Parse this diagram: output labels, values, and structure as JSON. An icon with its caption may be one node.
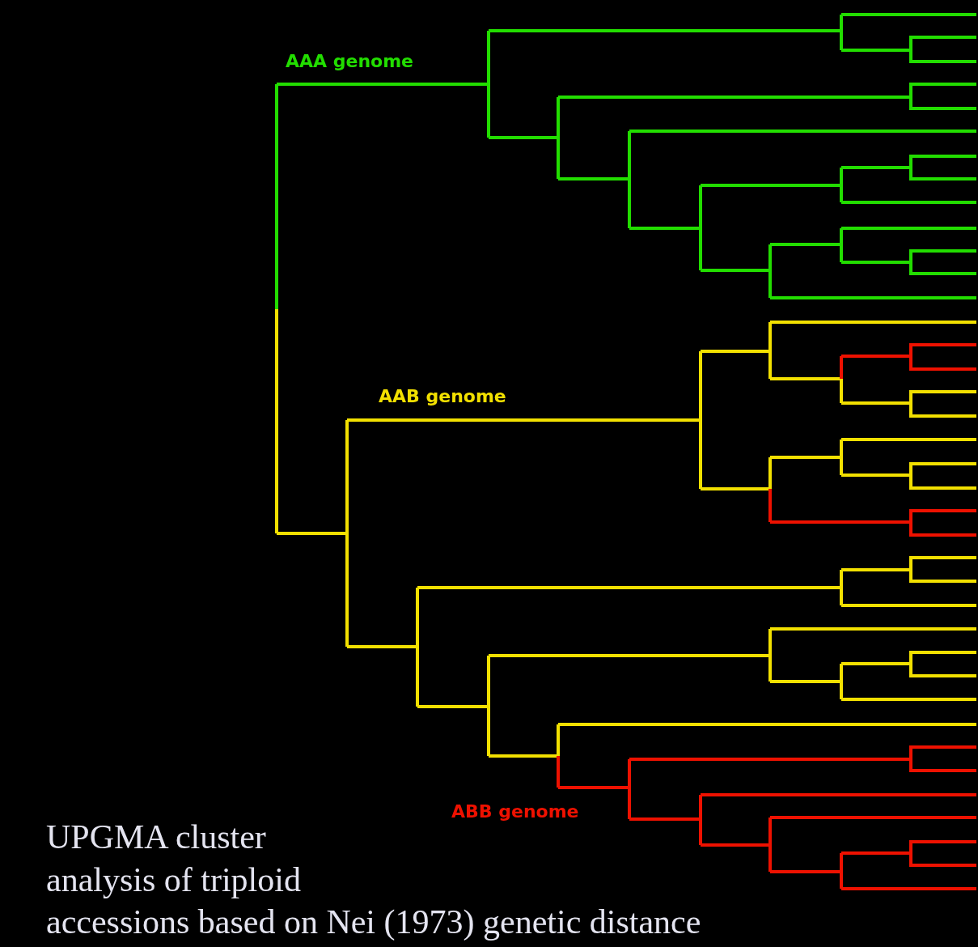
{
  "diagram": {
    "caption": "UPGMA cluster analysis of triploid accessions based on Nei (1973) genetic distance",
    "labels": [
      "AAA genome",
      "AAB genome",
      "ABB genome"
    ]
  }
}
